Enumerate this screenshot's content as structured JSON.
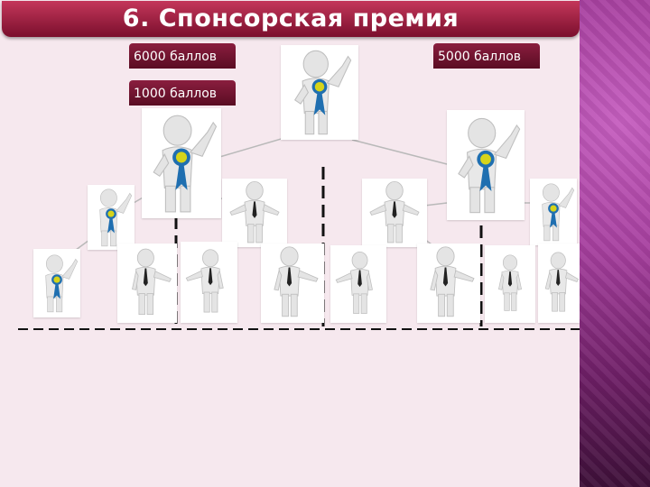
{
  "slide": {
    "title": "6. Спонсорская премия",
    "badges": {
      "left_top": "6000 баллов",
      "left_bottom": "1000 баллов",
      "right_top": "5000 баллов"
    }
  },
  "colors": {
    "title_bar": "#a8244a",
    "badge": "#7a1836",
    "background": "#f6e8ee",
    "sidebar": "#a7409f",
    "ribbon": "#1f6fb0",
    "medal": "#d6d41a"
  },
  "figures": [
    {
      "id": "top",
      "kind": "winner"
    },
    {
      "id": "left-sponsor",
      "kind": "winner"
    },
    {
      "id": "right-sponsor",
      "kind": "winner"
    },
    {
      "id": "left-small-winner",
      "kind": "winner"
    },
    {
      "id": "right-small-winner",
      "kind": "winner"
    },
    {
      "id": "bottom-left-winner",
      "kind": "winner"
    },
    {
      "id": "mid-left",
      "kind": "presenter"
    },
    {
      "id": "mid-center-right",
      "kind": "presenter"
    },
    {
      "id": "b1",
      "kind": "presenter"
    },
    {
      "id": "b2",
      "kind": "presenter"
    },
    {
      "id": "b3",
      "kind": "presenter"
    },
    {
      "id": "b4",
      "kind": "presenter"
    },
    {
      "id": "b5",
      "kind": "presenter"
    },
    {
      "id": "b6",
      "kind": "presenter"
    },
    {
      "id": "b7",
      "kind": "presenter"
    }
  ]
}
